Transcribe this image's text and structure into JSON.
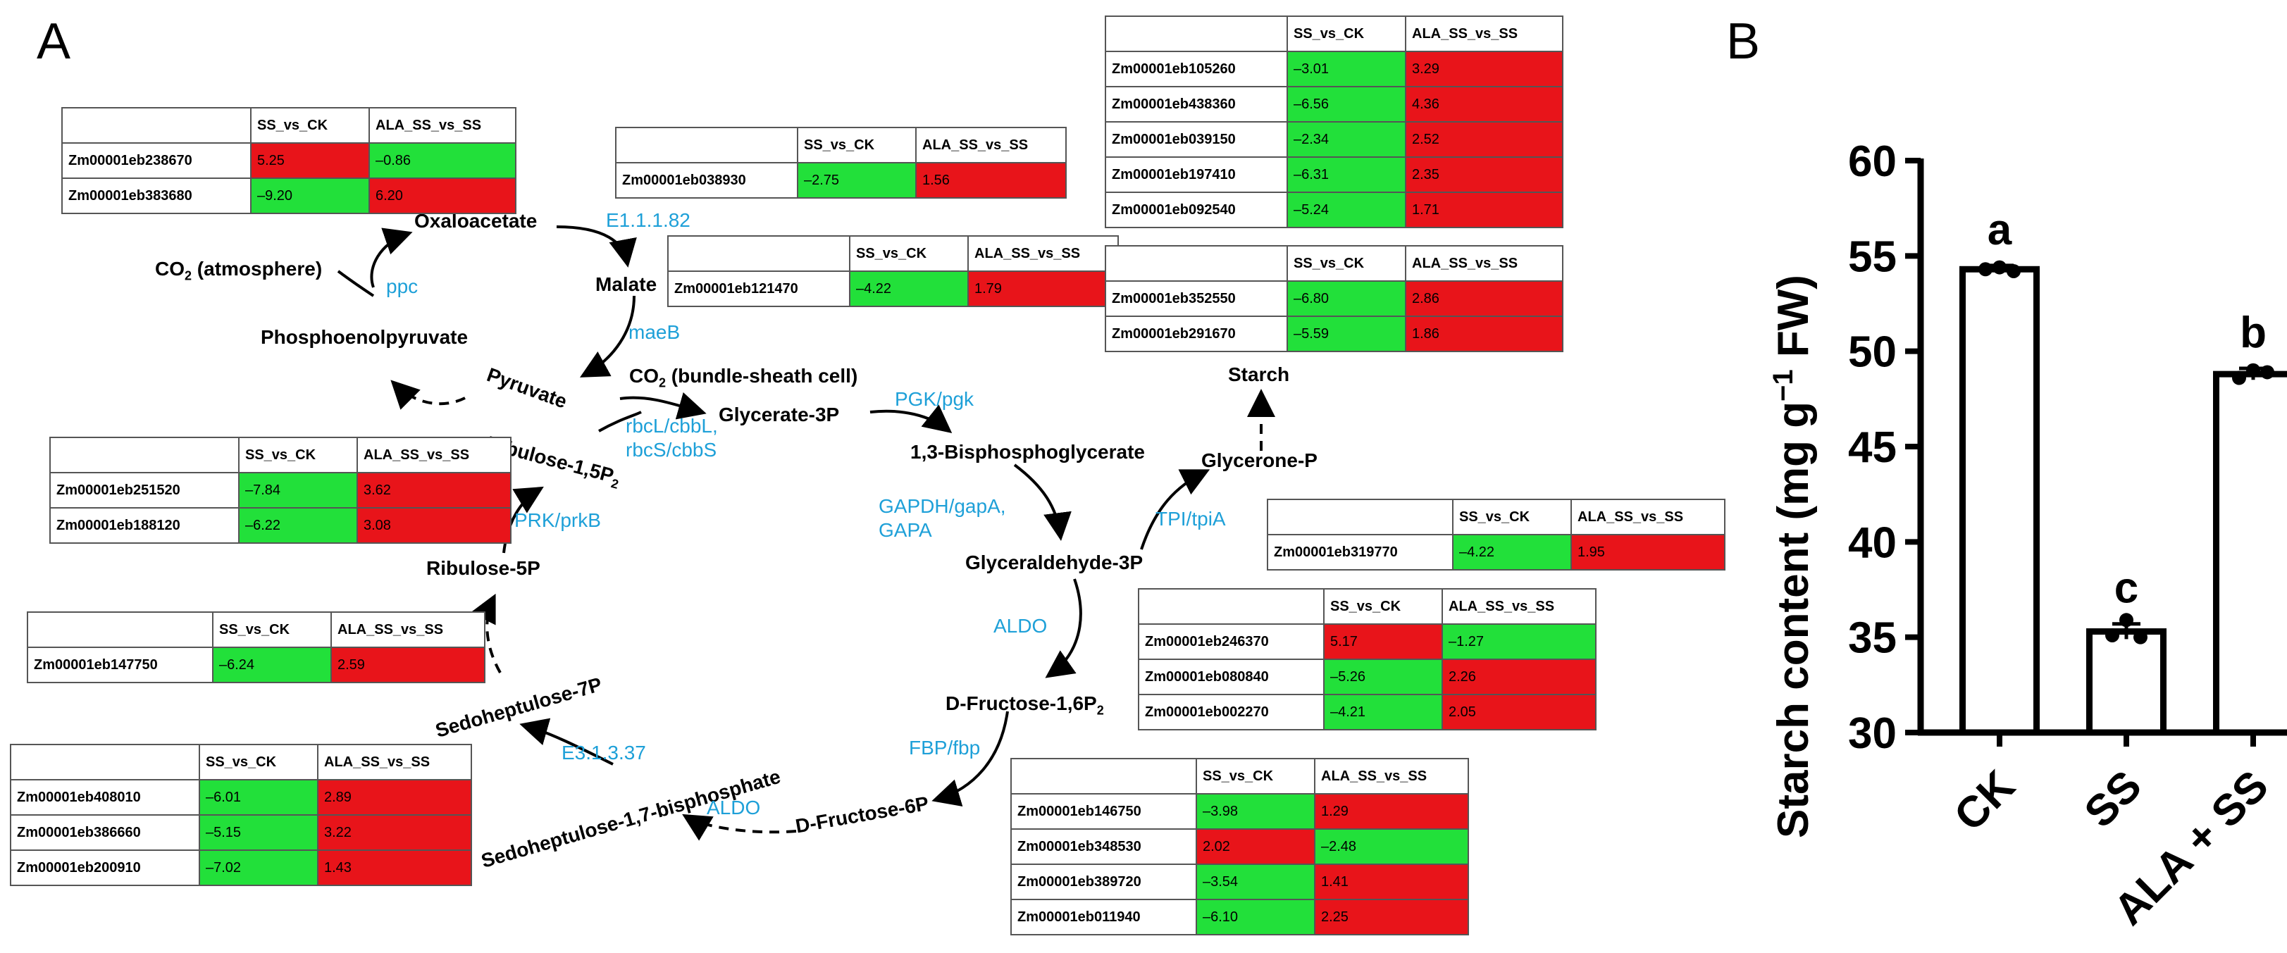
{
  "panels": {
    "a": "A",
    "b": "B"
  },
  "colors": {
    "enzyme": "#1ea0d8",
    "up": "#e8141a",
    "down": "#22e03a"
  },
  "nodes": {
    "oxaloacetate": "Oxaloacetate",
    "co2_atm_prefix": "CO",
    "co2_atm_sub": "2",
    "co2_atm_suffix": " (atmosphere)",
    "pep": "Phosphoenolpyruvate",
    "malate": "Malate",
    "pyruvate": "Pyruvate",
    "co2_bs_prefix": "CO",
    "co2_bs_sub": "2",
    "co2_bs_suffix": " (bundle-sheath cell)",
    "rubp_prefix": "Ribulose-1,5P",
    "rubp_sub": "2",
    "glycerate": "Glycerate-3P",
    "bpg": "1,3-Bisphosphoglycerate",
    "glycerone": "Glycerone-P",
    "starch": "Starch",
    "g3p": "Glyceraldehyde-3P",
    "ru5p": "Ribulose-5P",
    "s7p": "Sedoheptulose-7P",
    "fbp_prefix": "D-Fructose-1,6P",
    "fbp_sub": "2",
    "sbp": "Sedoheptulose-1,7-bisphosphate",
    "f6p": "D-Fructose-6P"
  },
  "enzymes": {
    "e1": "E1.1.1.82",
    "ppc": "ppc",
    "maeb": "maeB",
    "pgk": "PGK/pgk",
    "rbc": [
      "rbcL/cbbL,",
      "rbcS/cbbS"
    ],
    "prk": "PRK/prkB",
    "gapdh": [
      "GAPDH/gapA,",
      "GAPA"
    ],
    "tpi": "TPI/tpiA",
    "aldo1": "ALDO",
    "e3": "E3.1.3.37",
    "fbpase": "FBP/fbp",
    "aldo2": "ALDO"
  },
  "tables": {
    "header": [
      "SS_vs_CK",
      "ALA_SS_vs_SS"
    ],
    "t_oxa": [
      [
        "Zm00001eb238670",
        "5.25",
        "–0.86"
      ],
      [
        "Zm00001eb383680",
        "–9.20",
        "6.20"
      ]
    ],
    "t_mal1": [
      [
        "Zm00001eb038930",
        "–2.75",
        "1.56"
      ]
    ],
    "t_mal2": [
      [
        "Zm00001eb121470",
        "–4.22",
        "1.79"
      ]
    ],
    "t_starch1": [
      [
        "Zm00001eb105260",
        "–3.01",
        "3.29"
      ],
      [
        "Zm00001eb438360",
        "–6.56",
        "4.36"
      ],
      [
        "Zm00001eb039150",
        "–2.34",
        "2.52"
      ],
      [
        "Zm00001eb197410",
        "–6.31",
        "2.35"
      ],
      [
        "Zm00001eb092540",
        "–5.24",
        "1.71"
      ]
    ],
    "t_starch2": [
      [
        "Zm00001eb352550",
        "–6.80",
        "2.86"
      ],
      [
        "Zm00001eb291670",
        "–5.59",
        "1.86"
      ]
    ],
    "t_rubisco": [
      [
        "Zm00001eb251520",
        "–7.84",
        "3.62"
      ],
      [
        "Zm00001eb188120",
        "–6.22",
        "3.08"
      ]
    ],
    "t_tpi": [
      [
        "Zm00001eb319770",
        "–4.22",
        "1.95"
      ]
    ],
    "t_prk": [
      [
        "Zm00001eb147750",
        "–6.24",
        "2.59"
      ]
    ],
    "t_aldo": [
      [
        "Zm00001eb246370",
        "5.17",
        "–1.27"
      ],
      [
        "Zm00001eb080840",
        "–5.26",
        "2.26"
      ],
      [
        "Zm00001eb002270",
        "–4.21",
        "2.05"
      ]
    ],
    "t_sbp": [
      [
        "Zm00001eb408010",
        "–6.01",
        "2.89"
      ],
      [
        "Zm00001eb386660",
        "–5.15",
        "3.22"
      ],
      [
        "Zm00001eb200910",
        "–7.02",
        "1.43"
      ]
    ],
    "t_fbp": [
      [
        "Zm00001eb146750",
        "–3.98",
        "1.29"
      ],
      [
        "Zm00001eb348530",
        "2.02",
        "–2.48"
      ],
      [
        "Zm00001eb389720",
        "–3.54",
        "1.41"
      ],
      [
        "Zm00001eb011940",
        "–6.10",
        "2.25"
      ]
    ]
  },
  "chart_data": {
    "type": "bar",
    "categories": [
      "CK",
      "SS",
      "ALA + SS"
    ],
    "values": [
      54.3,
      35.3,
      48.8
    ],
    "errors": [
      0.2,
      0.4,
      0.3
    ],
    "points": [
      [
        54.3,
        54.4,
        54.2
      ],
      [
        35.1,
        35.9,
        35.0
      ],
      [
        48.6,
        49.0,
        48.9
      ]
    ],
    "letters": [
      "a",
      "c",
      "b"
    ],
    "ylabel_main": "Starch content (mg g",
    "ylabel_sup": "−1",
    "ylabel_tail": " FW)",
    "yticks": [
      30,
      35,
      40,
      45,
      50,
      55,
      60
    ],
    "ylim": [
      30,
      60
    ]
  }
}
